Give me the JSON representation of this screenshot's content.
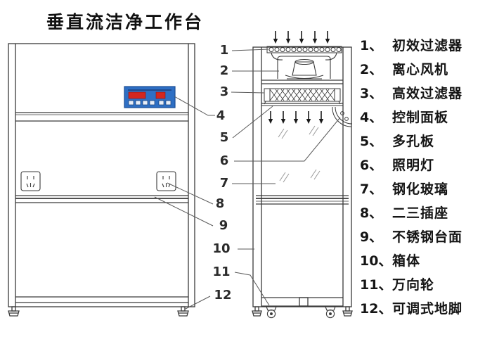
{
  "title": "垂直流洁净工作台",
  "diagram": {
    "callouts": [
      "1",
      "2",
      "3",
      "4",
      "5",
      "6",
      "7",
      "8",
      "9",
      "10",
      "11",
      "12"
    ]
  },
  "legend": {
    "items": [
      {
        "num": "1、",
        "label": "初效过滤器"
      },
      {
        "num": "2、",
        "label": "离心风机"
      },
      {
        "num": "3、",
        "label": "高效过滤器"
      },
      {
        "num": "4、",
        "label": "控制面板"
      },
      {
        "num": "5、",
        "label": "多孔板"
      },
      {
        "num": "6、",
        "label": "照明灯"
      },
      {
        "num": "7、",
        "label": "钢化玻璃"
      },
      {
        "num": "8、",
        "label": "二三插座"
      },
      {
        "num": "9、",
        "label": "不锈钢台面"
      },
      {
        "num": "10、",
        "label": "箱体"
      },
      {
        "num": "11、",
        "label": "万向轮"
      },
      {
        "num": "12、",
        "label": "可调式地脚"
      }
    ]
  },
  "colors": {
    "line": "#3a3a3a",
    "panel_blue": "#2e6fc4",
    "panel_border": "#1b4e94",
    "display_red": "#d3261f",
    "button_face": "#e8eef8"
  }
}
